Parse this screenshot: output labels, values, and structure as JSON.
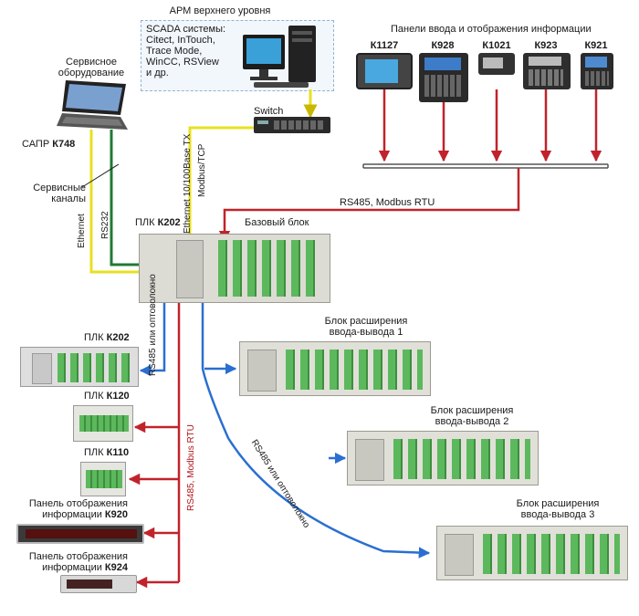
{
  "arm": {
    "title": "АРМ верхнего уровня",
    "lines": [
      "SCADA системы:",
      "Citect, InTouch,",
      "Trace Mode,",
      "WinCC, RSView",
      "и др."
    ]
  },
  "panels_header": "Панели ввода и отображения информации",
  "panels": [
    "К1127",
    "К928",
    "К1021",
    "К923",
    "К921"
  ],
  "service": {
    "title_lines": [
      "Сервисное",
      "оборудование"
    ],
    "sapr": "САПР",
    "sapr_model": "К748",
    "channels_lines": [
      "Сервисные",
      "каналы"
    ]
  },
  "switch_label": "Switch",
  "links": {
    "ethernet": "Ethernet",
    "rs232": "RS232",
    "eth_tx": "Ethernet 10/100Base TX",
    "modbus_tcp": "Modbus/TCP",
    "rs485_modbus_rtu": "RS485, Modbus RTU",
    "rs485_fiber_short": "RS485 или оптоволокно",
    "rs485_modbus_rtu_vert": "RS485, Modbus RTU",
    "rs485_fiber_long": "RS485 или оптоволокно"
  },
  "plc_main": {
    "prefix": "ПЛК",
    "model": "К202",
    "base": "Базовый блок"
  },
  "expansion": [
    {
      "lines": [
        "Блок расширения",
        "ввода-вывода 1"
      ]
    },
    {
      "lines": [
        "Блок расширения",
        "ввода-вывода 2"
      ]
    },
    {
      "lines": [
        "Блок расширения",
        "ввода-вывода 3"
      ]
    }
  ],
  "left_devices": {
    "plc_k202": {
      "prefix": "ПЛК",
      "model": "К202"
    },
    "plc_k120": {
      "prefix": "ПЛК",
      "model": "К120"
    },
    "plc_k110": {
      "prefix": "ПЛК",
      "model": "К110"
    },
    "panel_k920": {
      "line1": "Панель отображения",
      "line2": "информации",
      "model": "К920"
    },
    "panel_k924": {
      "line1": "Панель отображения",
      "line2": "информации",
      "model": "К924"
    }
  },
  "colors": {
    "ethernet": "#e8e020",
    "rs232": "#1f7a35",
    "rs485": "#c0232b",
    "fiber": "#2a6fd0",
    "module_green": "#5cb85c",
    "chassis": "#e4e4dc"
  }
}
